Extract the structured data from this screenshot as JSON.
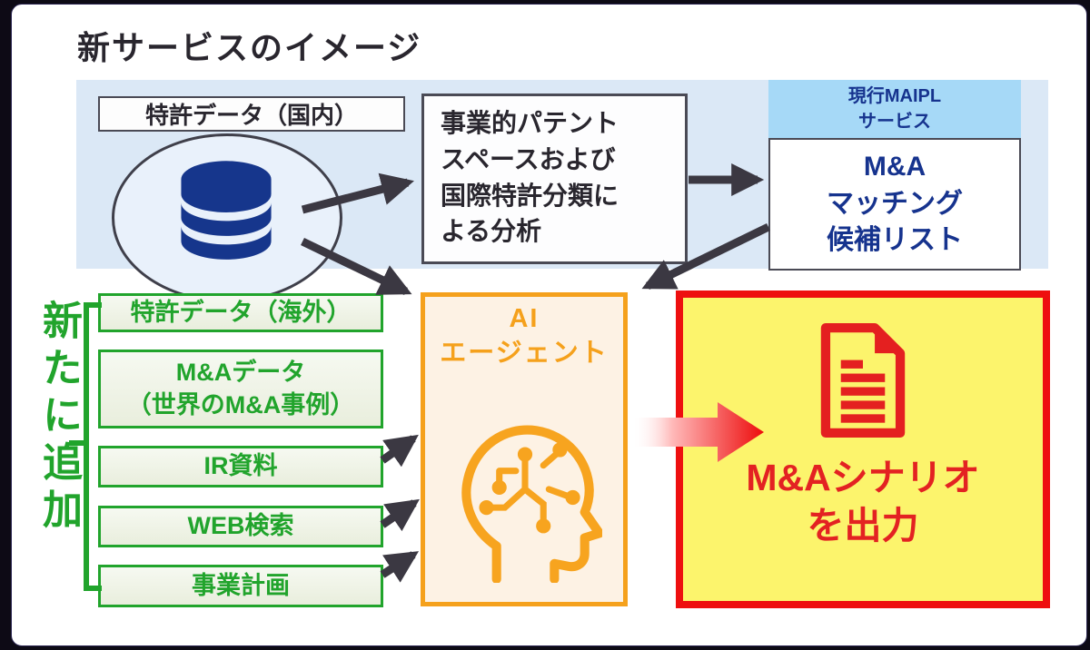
{
  "title": "新サービスのイメージ",
  "colors": {
    "band_blue": "#dbe8f6",
    "header_blue": "#a6d9f7",
    "dark_blue_text": "#16338e",
    "database_blue": "#16368c",
    "green_accent": "#21a42c",
    "green_fill": "#eef3e4",
    "orange_accent": "#f5a11c",
    "orange_fill": "#fdf2e4",
    "red_accent": "#ee0f0f",
    "yellow_fill": "#fcf46c",
    "arrow_dark": "#3b3842",
    "frame_black": "#0d0a15"
  },
  "top_flow": {
    "patent_domestic": {
      "label": "特許データ（国内）",
      "icon": "database-icon"
    },
    "analysis": {
      "lines": [
        "事業的パテント",
        "スペースおよび",
        "国際特許分類に",
        "よる分析"
      ]
    },
    "maipl_header": {
      "lines": [
        "現行MAIPL",
        "サービス"
      ]
    },
    "ma_list": {
      "lines": [
        "M&A",
        "マッチング",
        "候補リスト"
      ]
    }
  },
  "new_sources": {
    "bracket_label": "新たに追加",
    "items": [
      {
        "lines": [
          "特許データ（海外）"
        ]
      },
      {
        "lines": [
          "M&Aデータ",
          "（世界のM&A事例）"
        ]
      },
      {
        "lines": [
          "IR資料"
        ]
      },
      {
        "lines": [
          "WEB検索"
        ]
      },
      {
        "lines": [
          "事業計画"
        ]
      }
    ]
  },
  "ai_agent": {
    "lines": [
      "AI",
      "エージェント"
    ],
    "icon": "ai-brain-head-icon"
  },
  "output": {
    "lines": [
      "M&Aシナリオ",
      "を出力"
    ],
    "icon": "document-icon"
  }
}
